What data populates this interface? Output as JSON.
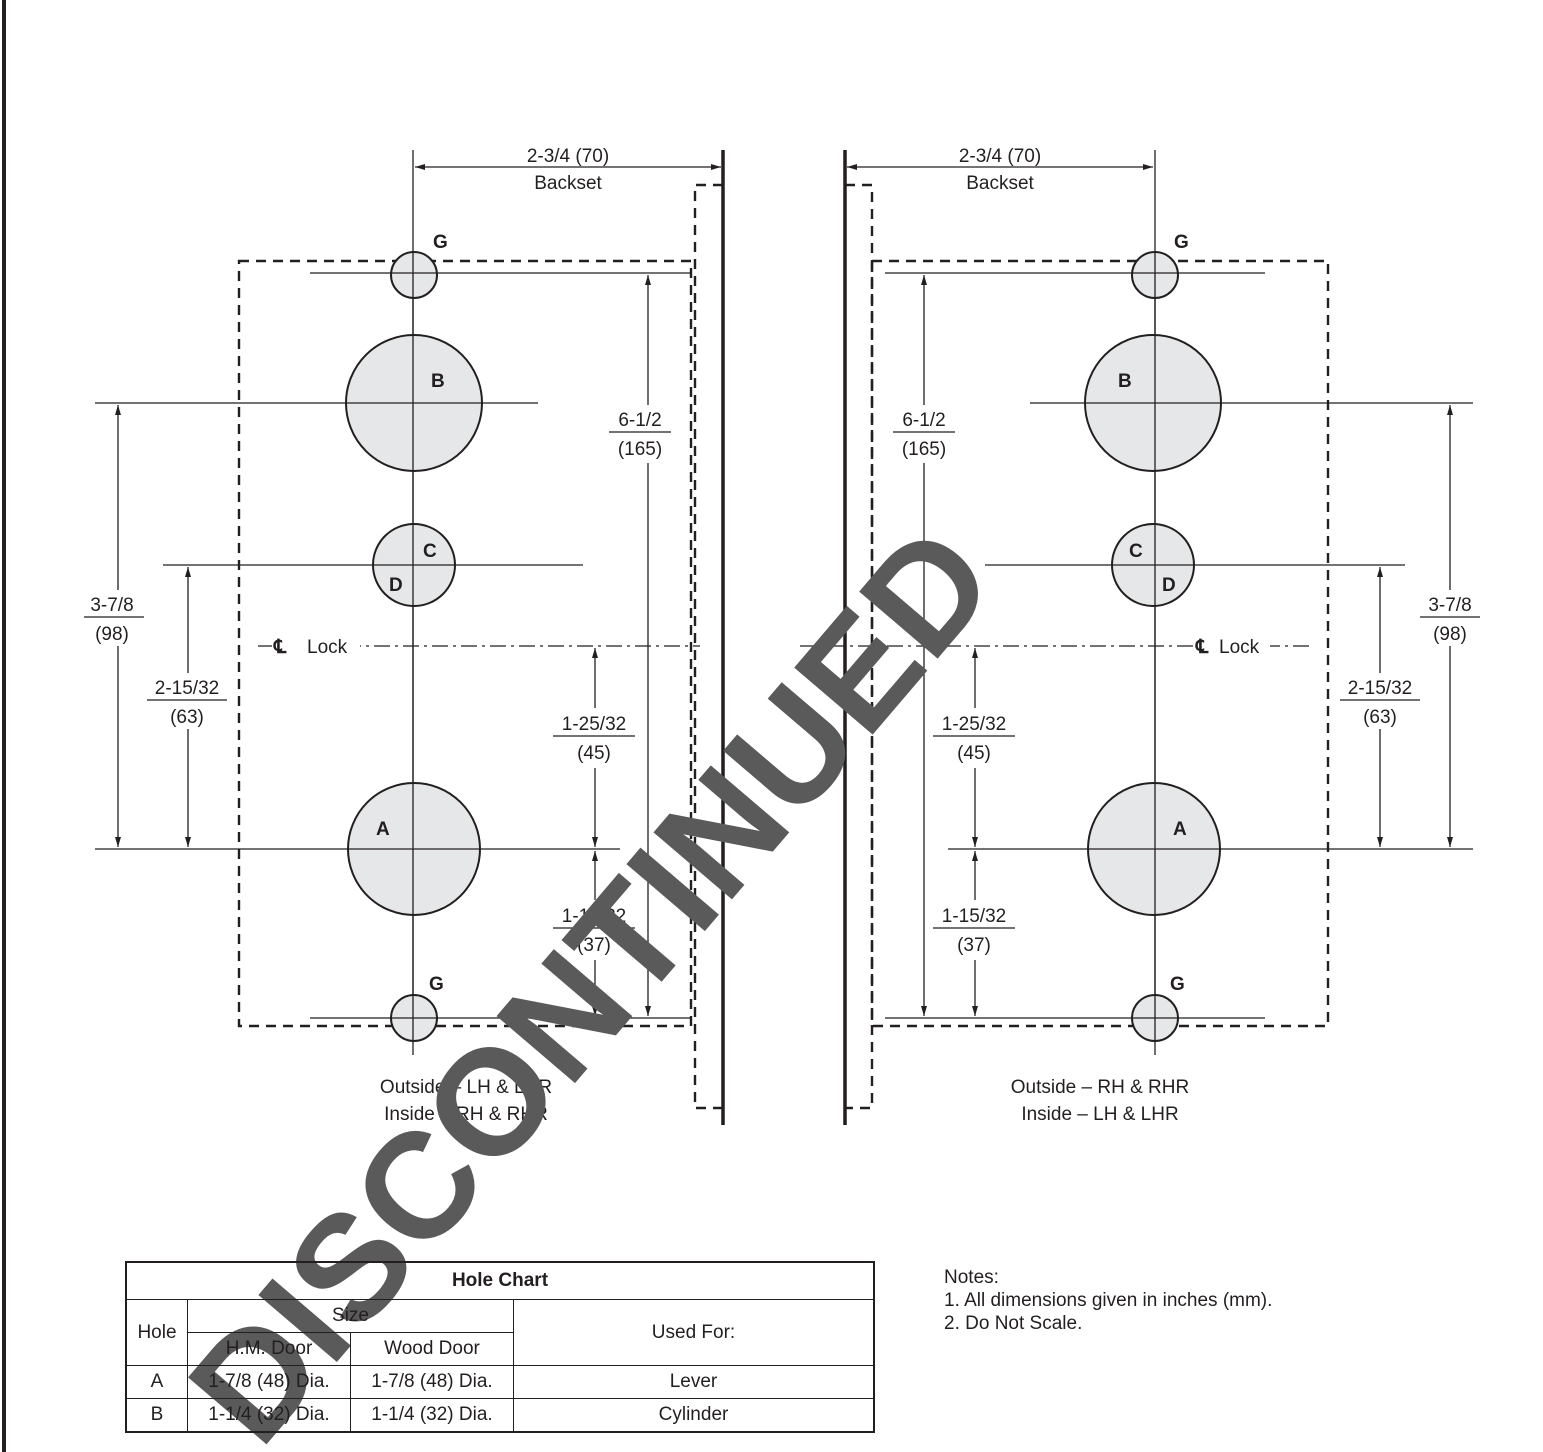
{
  "backset": {
    "dim": "2-3/4 (70)",
    "label": "Backset"
  },
  "holes": {
    "a": "A",
    "b": "B",
    "c": "C",
    "d": "D",
    "g": "G"
  },
  "dims": {
    "height_frac": "6-1/2",
    "height_mm": "(165)",
    "ab_frac": "3-7/8",
    "ab_mm": "(98)",
    "ad_frac": "2-15/32",
    "ad_mm": "(63)",
    "cl_a_frac": "1-25/32",
    "cl_a_mm": "(45)",
    "a_g_frac": "1-15/32",
    "a_g_mm": "(37)"
  },
  "centerline": {
    "symbol": "℄",
    "label": "Lock"
  },
  "captions": {
    "left_1": "Outside – LH & LHR",
    "left_2": "Inside – RH & RHR",
    "right_1": "Outside – RH & RHR",
    "right_2": "Inside – LH & LHR"
  },
  "watermark": "DISCONTINUED",
  "hole_chart": {
    "title": "Hole Chart",
    "col_hole": "Hole",
    "col_size": "Size",
    "col_hm": "H.M. Door",
    "col_wood": "Wood Door",
    "col_used": "Used For:",
    "rows": [
      {
        "hole": "A",
        "hm": "1-7/8 (48) Dia.",
        "wood": "1-7/8 (48) Dia.",
        "used": "Lever"
      },
      {
        "hole": "B",
        "hm": "1-1/4 (32) Dia.",
        "wood": "1-1/4 (32) Dia.",
        "used": "Cylinder"
      }
    ]
  },
  "notes": {
    "title": "Notes:",
    "items": [
      "1.  All dimensions given in inches (mm).",
      "2.  Do Not Scale."
    ]
  }
}
